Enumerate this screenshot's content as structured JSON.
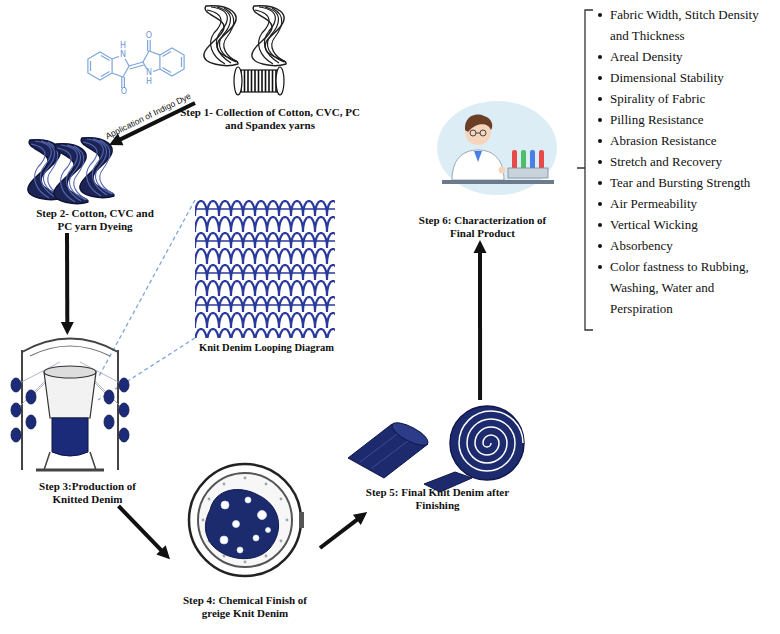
{
  "diagram": {
    "nodes": [
      {
        "text": [
          "Step 1- Collection of Cotton, CVC, PC and Spandex yarns"
        ]
      },
      {
        "text": [
          "Step 2- Cotton, CVC and PC yarn Dyeing"
        ]
      },
      {
        "text": [
          "Step 3:Production of Knitted Denim"
        ]
      },
      {
        "text": [
          "Step 4: Chemical Finish of greige Knit Denim"
        ]
      },
      {
        "text": [
          "Step 5: Final Knit Denim after Finishing"
        ]
      },
      {
        "text": [
          "Step 6: Characterization of Final Product"
        ]
      }
    ],
    "edges": [
      {
        "from": 0,
        "to": 1,
        "arrow": "to",
        "label": "Application of Indigo Dye"
      },
      {
        "from": 1,
        "to": 2,
        "arrow": "to"
      },
      {
        "from": 2,
        "to": 3,
        "arrow": "to"
      },
      {
        "from": 3,
        "to": 4,
        "arrow": "to"
      },
      {
        "from": 4,
        "to": 5,
        "arrow": "to"
      }
    ],
    "labels": [
      "O",
      "H",
      "N",
      "N",
      "H",
      "O",
      "Knit Denim Looping Diagram",
      "Fabric Width, Stitch Density and Thickness",
      "Areal Density",
      "Dimensional Stability",
      "Spirality of Fabric",
      "Pilling Resistance",
      "Abrasion Resistance",
      "Stretch and Recovery",
      "Tear and Bursting Strength",
      "Air Permeability",
      "Vertical Wicking",
      "Absorbency",
      "Color fastness to Rubbing, Washing, Water and Perspiration"
    ]
  }
}
